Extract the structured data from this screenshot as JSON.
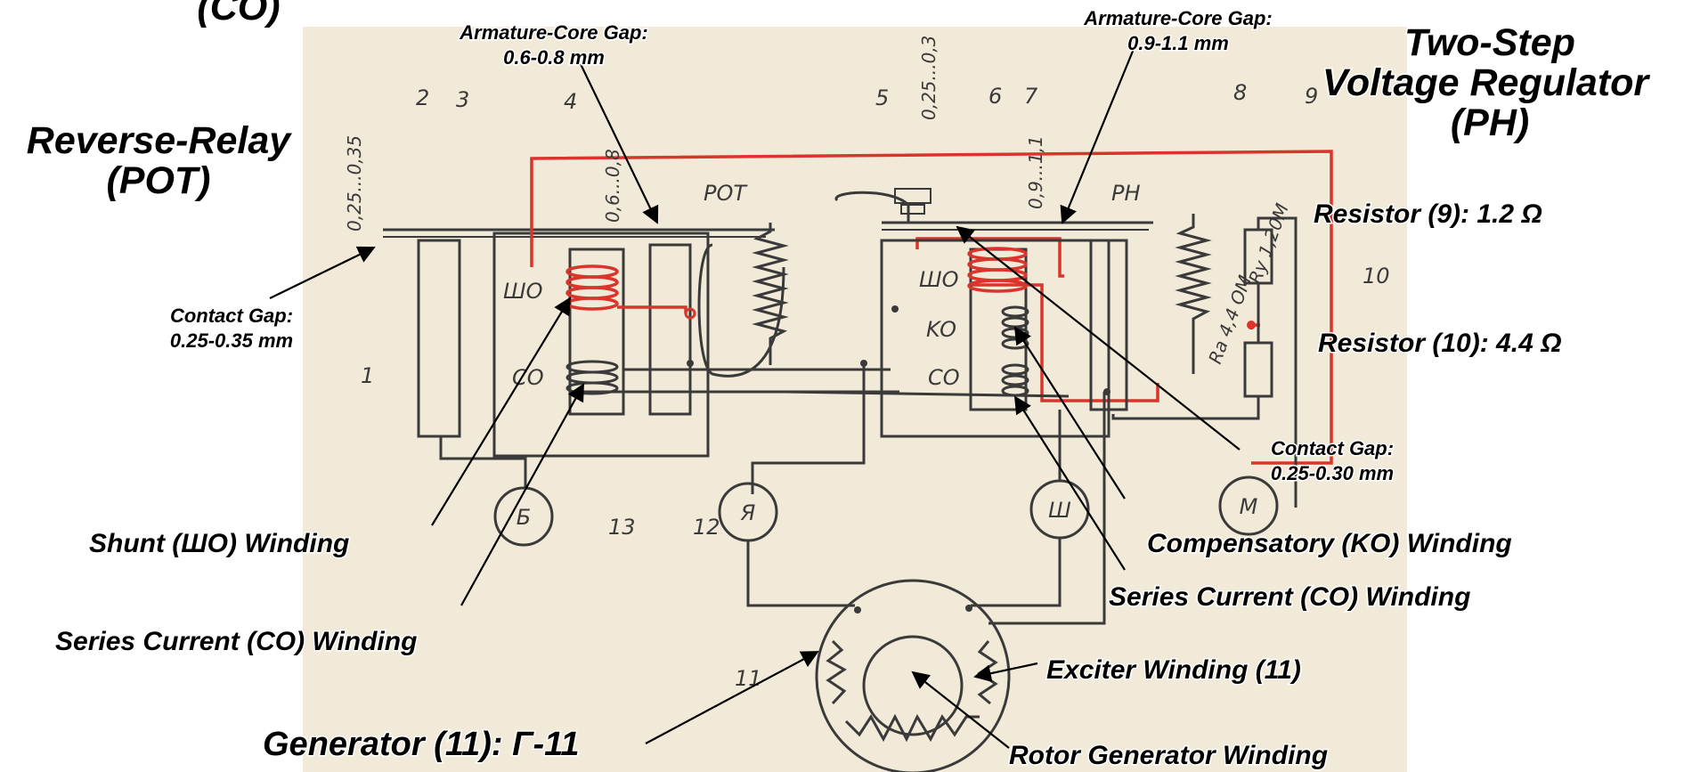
{
  "diagram": {
    "titles": {
      "top_left_fragment": "(CO)",
      "reverse_relay_line1": "Reverse-Relay",
      "reverse_relay_line2": "(POT)",
      "regulator_line1": "Two-Step",
      "regulator_line2": "Voltage Regulator",
      "regulator_line3": "(PH)"
    },
    "callouts": {
      "armature_gap_left_line1": "Armature-Core Gap:",
      "armature_gap_left_line2": "0.6-0.8 mm",
      "armature_gap_right_line1": "Armature-Core Gap:",
      "armature_gap_right_line2": "0.9-1.1 mm",
      "contact_gap_left_line1": "Contact Gap:",
      "contact_gap_left_line2": "0.25-0.35 mm",
      "contact_gap_right_line1": "Contact Gap:",
      "contact_gap_right_line2": "0.25-0.30 mm",
      "resistor_9": "Resistor (9): 1.2 Ω",
      "resistor_10": "Resistor (10): 4.4 Ω",
      "shunt_winding": "Shunt (ШО) Winding",
      "series_winding_left": "Series Current (CO) Winding",
      "compensatory_winding": "Compensatory (KO) Winding",
      "series_winding_right": "Series Current (CO) Winding",
      "exciter_winding": "Exciter Winding (11)",
      "generator": "Generator (11): Г-11",
      "rotor_winding": "Rotor Generator Winding"
    },
    "schematic_labels": {
      "n1": "1",
      "n2": "2",
      "n3": "3",
      "n4": "4",
      "n5": "5",
      "n6": "6",
      "n7": "7",
      "n8": "8",
      "n9": "9",
      "n10": "10",
      "n11": "11",
      "n12": "12",
      "n13": "13",
      "pot": "POT",
      "ph": "PH",
      "sho_left": "ШО",
      "co_left": "CO",
      "sho_right": "ШО",
      "ko_right": "KO",
      "co_right": "CO",
      "terminal_b": "Б",
      "terminal_ya": "Я",
      "terminal_sh": "Ш",
      "terminal_m": "M",
      "gap_left_dim": "0,25...0,35",
      "gap_arm_left_dim": "0,6...0,8",
      "gap_contact_right_dim": "0,25...0,3",
      "gap_arm_right_dim": "0,9...1,1",
      "ra": "Ra 4,4 OM",
      "ry": "Ry 1,20M"
    },
    "colors": {
      "paper": "#f2ead8",
      "ink": "#3a3a3a",
      "red_wire": "#d9352c",
      "label": "#000000"
    }
  }
}
